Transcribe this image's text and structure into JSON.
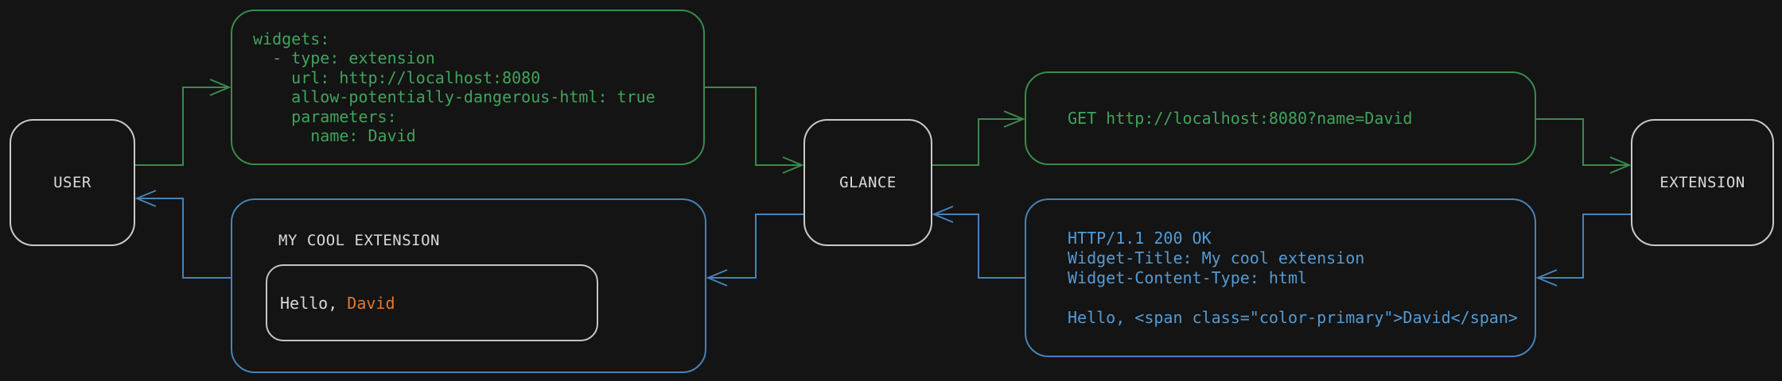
{
  "nodes": {
    "user": {
      "label": "USER"
    },
    "glance": {
      "label": "GLANCE"
    },
    "extension": {
      "label": "EXTENSION"
    }
  },
  "messages": {
    "config": {
      "code": "widgets:\n  - type: extension\n    url: http://localhost:8080\n    allow-potentially-dangerous-html: true\n    parameters:\n      name: David"
    },
    "request": {
      "text": "GET http://localhost:8080?name=David"
    },
    "response": {
      "code": "HTTP/1.1 200 OK\nWidget-Title: My cool extension\nWidget-Content-Type: html\n\nHello, <span class=\"color-primary\">David</span>"
    },
    "widget_preview": {
      "title": "MY COOL EXTENSION",
      "greeting": {
        "prefix": "Hello, ",
        "name": "David"
      }
    }
  },
  "colors": {
    "background": "#141414",
    "request-line": "#3a8a4c",
    "request-text": "#41a35c",
    "response-line": "#4682b9",
    "response-text": "#539bd5",
    "accent": "#e6782d",
    "node-border": "#c9c9c9",
    "inner-border": "#c4c4c4",
    "text": "#d9d9d9"
  }
}
